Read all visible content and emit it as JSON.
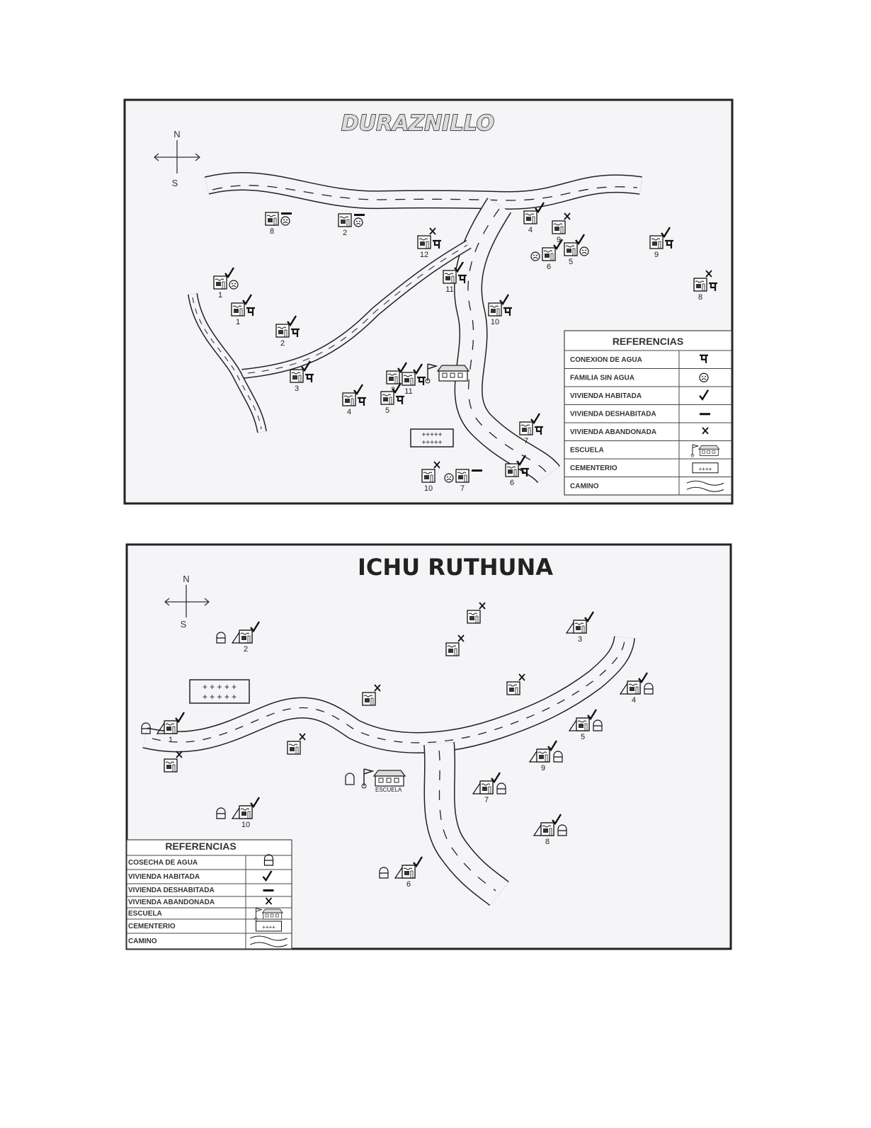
{
  "maps": [
    {
      "title": "DURAZNILLO",
      "compass": {
        "north": "N",
        "south": "S"
      },
      "legend": {
        "title": "REFERENCIAS",
        "items": [
          {
            "label": "CONEXION DE AGUA",
            "icon": "water-connection-icon"
          },
          {
            "label": "FAMILIA SIN AGUA",
            "icon": "no-water-face-icon"
          },
          {
            "label": "VIVIENDA HABITADA",
            "icon": "check-icon"
          },
          {
            "label": "VIVIENDA DESHABITADA",
            "icon": "dash-icon"
          },
          {
            "label": "VIVIENDA ABANDONADA",
            "icon": "x-icon"
          },
          {
            "label": "ESCUELA",
            "icon": "school-icon"
          },
          {
            "label": "CEMENTERIO",
            "icon": "cemetery-icon"
          },
          {
            "label": "CAMINO",
            "icon": "road-icon"
          }
        ]
      },
      "houses": [
        {
          "number": "8",
          "status": "deshabitada",
          "water": "sin-agua"
        },
        {
          "number": "2",
          "status": "deshabitada",
          "water": "sin-agua"
        },
        {
          "number": "12",
          "status": "abandonada",
          "water": "conexion"
        },
        {
          "number": "4",
          "status": "habitada",
          "water": "none"
        },
        {
          "number": "9",
          "status": "abandonada",
          "water": "none"
        },
        {
          "number": "6",
          "status": "habitada",
          "water": "sin-agua"
        },
        {
          "number": "5",
          "status": "habitada",
          "water": "sin-agua"
        },
        {
          "number": "9",
          "status": "habitada",
          "water": "conexion"
        },
        {
          "number": "8",
          "status": "abandonada",
          "water": "conexion"
        },
        {
          "number": "11",
          "status": "habitada",
          "water": "conexion"
        },
        {
          "number": "1",
          "status": "habitada",
          "water": "sin-agua"
        },
        {
          "number": "1",
          "status": "habitada",
          "water": "conexion"
        },
        {
          "number": "2",
          "status": "habitada",
          "water": "conexion"
        },
        {
          "number": "10",
          "status": "habitada",
          "water": "conexion"
        },
        {
          "number": "3",
          "status": "habitada",
          "water": "conexion"
        },
        {
          "number": "3",
          "status": "habitada",
          "water": "none"
        },
        {
          "number": "11",
          "status": "habitada",
          "water": "conexion"
        },
        {
          "number": "4",
          "status": "habitada",
          "water": "conexion"
        },
        {
          "number": "5",
          "status": "habitada",
          "water": "conexion"
        },
        {
          "number": "7",
          "status": "habitada",
          "water": "conexion"
        },
        {
          "number": "10",
          "status": "abandonada",
          "water": "none"
        },
        {
          "number": "7",
          "status": "deshabitada",
          "water": "sin-agua"
        },
        {
          "number": "6",
          "status": "habitada",
          "water": "conexion"
        }
      ]
    },
    {
      "title": "ICHU RUTHUNA",
      "compass": {
        "north": "N",
        "south": "S"
      },
      "school_label": "ESCUELA",
      "legend": {
        "title": "REFERENCIAS",
        "items": [
          {
            "label": "COSECHA DE AGUA",
            "icon": "water-harvest-icon"
          },
          {
            "label": "VIVIENDA HABITADA",
            "icon": "check-icon"
          },
          {
            "label": "VIVIENDA DESHABITADA",
            "icon": "dash-icon"
          },
          {
            "label": "VIVIENDA ABANDONADA",
            "icon": "x-icon"
          },
          {
            "label": "ESCUELA",
            "icon": "school-icon"
          },
          {
            "label": "CEMENTERIO",
            "icon": "cemetery-icon"
          },
          {
            "label": "CAMINO",
            "icon": "road-icon"
          }
        ]
      },
      "houses": [
        {
          "number": "2",
          "status": "habitada",
          "water": "cosecha"
        },
        {
          "number": "",
          "status": "abandonada",
          "water": "none"
        },
        {
          "number": "",
          "status": "abandonada",
          "water": "none"
        },
        {
          "number": "3",
          "status": "habitada",
          "water": "none"
        },
        {
          "number": "",
          "status": "abandonada",
          "water": "none"
        },
        {
          "number": "",
          "status": "abandonada",
          "water": "none"
        },
        {
          "number": "4",
          "status": "habitada",
          "water": "cosecha"
        },
        {
          "number": "1",
          "status": "habitada",
          "water": "cosecha"
        },
        {
          "number": "",
          "status": "abandonada",
          "water": "none"
        },
        {
          "number": "",
          "status": "abandonada",
          "water": "none"
        },
        {
          "number": "5",
          "status": "habitada",
          "water": "cosecha"
        },
        {
          "number": "9",
          "status": "habitada",
          "water": "cosecha"
        },
        {
          "number": "7",
          "status": "habitada",
          "water": "cosecha"
        },
        {
          "number": "10",
          "status": "habitada",
          "water": "cosecha"
        },
        {
          "number": "8",
          "status": "habitada",
          "water": "cosecha"
        },
        {
          "number": "6",
          "status": "habitada",
          "water": "cosecha"
        }
      ]
    }
  ]
}
